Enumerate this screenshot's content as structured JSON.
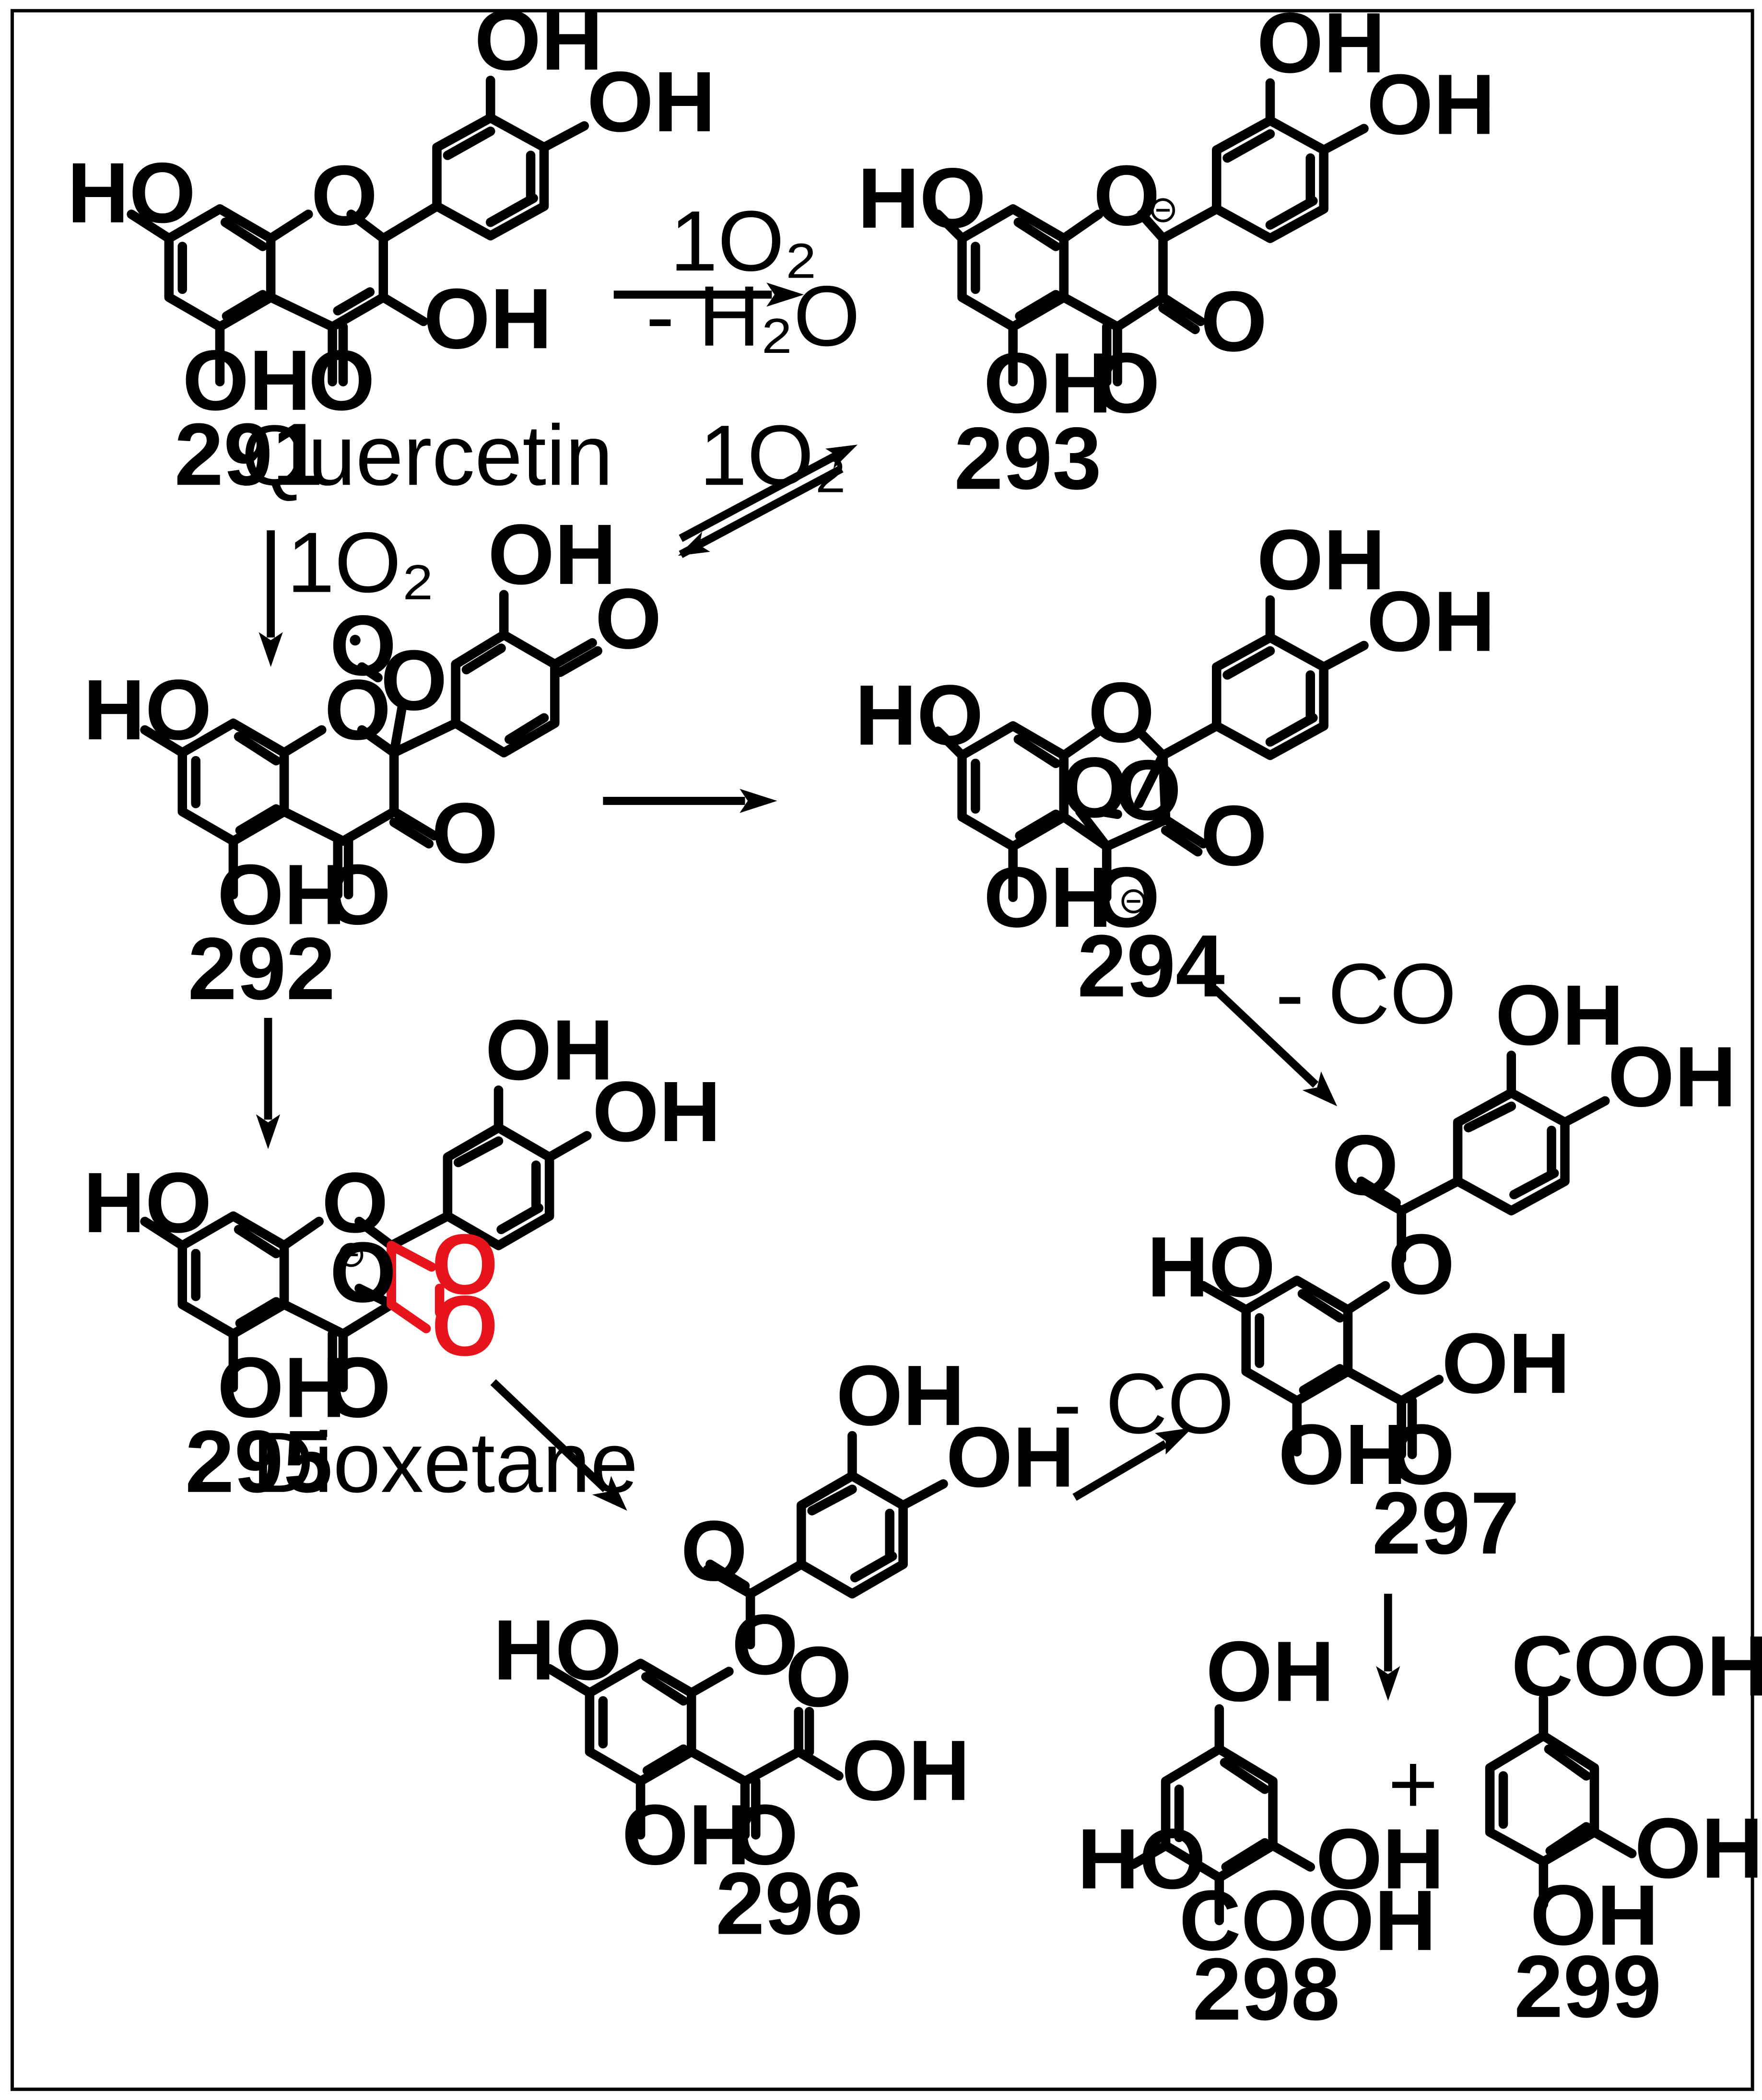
{
  "compounds": {
    "c291": {
      "number": "291",
      "name": "Quercetin"
    },
    "c292": {
      "number": "292"
    },
    "c293": {
      "number": "293"
    },
    "c294": {
      "number": "294"
    },
    "c295": {
      "number": "295",
      "name": "Dioxetane"
    },
    "c296": {
      "number": "296"
    },
    "c297": {
      "number": "297"
    },
    "c298": {
      "number": "298"
    },
    "c299": {
      "number": "299"
    }
  },
  "atoms": {
    "OH": "OH",
    "HO": "HO",
    "O": "O",
    "COOH": "COOH"
  },
  "arrows": {
    "a291_293_top": "1O₂",
    "a291_293_bottom": "- H₂O",
    "a292_293": "1O₂",
    "a291_292": "1O₂",
    "a294_297": "- CO",
    "a296_297": "- CO",
    "plus": "+"
  },
  "colors": {
    "dioxetane_ring": "#e8141b",
    "ink": "#000000"
  }
}
